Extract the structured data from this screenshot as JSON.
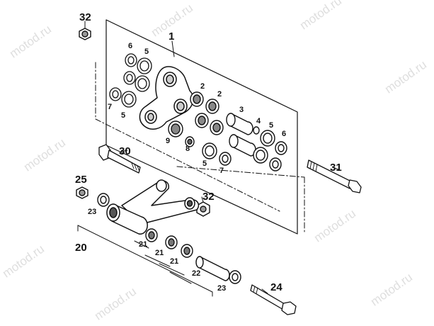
{
  "watermark_text": "motod.ru",
  "callouts": {
    "n1": "1",
    "n2a": "2",
    "n2b": "2",
    "n3": "3",
    "n4": "4",
    "n5a": "5",
    "n5b": "5",
    "n5c": "5",
    "n5d": "5",
    "n6a": "6",
    "n6b": "6",
    "n7a": "7",
    "n7b": "7",
    "n8": "8",
    "n9": "9",
    "n20": "20",
    "n21a": "21",
    "n21b": "21",
    "n21c": "21",
    "n22": "22",
    "n23a": "23",
    "n23b": "23",
    "n24": "24",
    "n25": "25",
    "n30": "30",
    "n31": "31",
    "n32a": "32",
    "n32b": "32"
  },
  "colors": {
    "line": "#111111",
    "fill": "#ffffff",
    "shade": "#9a9a9a",
    "dark": "#3a3a3a"
  }
}
